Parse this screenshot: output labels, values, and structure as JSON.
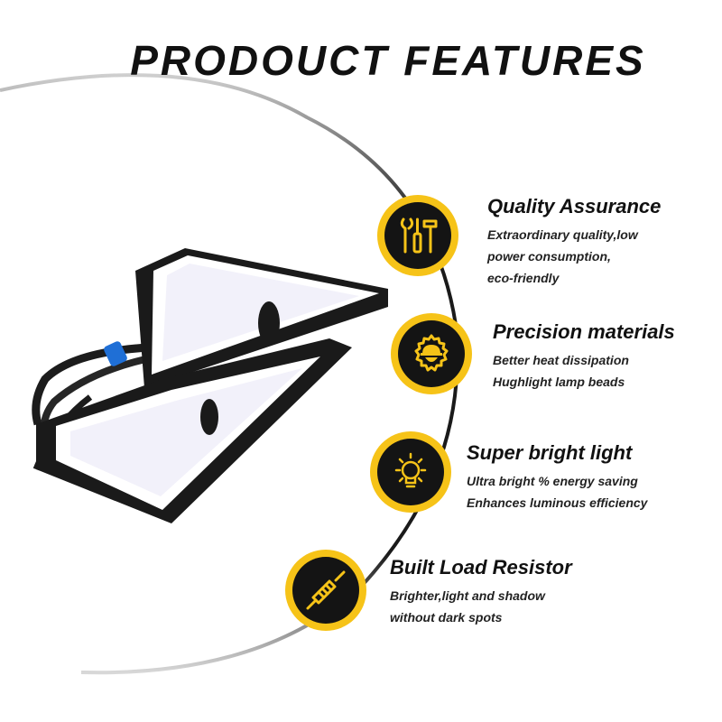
{
  "header": {
    "title": "PRODOUCT FEATURES"
  },
  "colors": {
    "accent": "#f6c318",
    "badge_bg": "#141414",
    "text": "#111111"
  },
  "features": [
    {
      "icon": "tools-icon",
      "title": "Quality Assurance",
      "lines": [
        "Extraordinary quality,low",
        "power consumption,",
        "eco-friendly"
      ]
    },
    {
      "icon": "worker-helmet-gear-icon",
      "title": "Precision materials",
      "lines": [
        "Better heat dissipation",
        "Hughlight lamp beads"
      ]
    },
    {
      "icon": "light-bulb-icon",
      "title": "Super bright light",
      "lines": [
        "Ultra bright % energy saving",
        "Enhances luminous efficiency"
      ]
    },
    {
      "icon": "resistor-icon",
      "title": "Built Load Resistor",
      "lines": [
        "Brighter,light and shadow",
        "without dark spots"
      ]
    }
  ]
}
